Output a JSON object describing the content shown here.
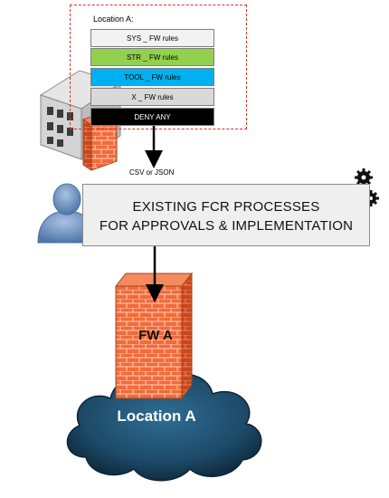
{
  "location_label": "Location A:",
  "rules": [
    {
      "label": "SYS _ FW rules",
      "bg": "#f2f2f2",
      "fg": "#000000"
    },
    {
      "label": "STR _ FW rules",
      "bg": "#92d050",
      "fg": "#000000"
    },
    {
      "label": "TOOL _ FW rules",
      "bg": "#00b0f0",
      "fg": "#000000"
    },
    {
      "label": "X _ FW rules",
      "bg": "#d9d9d9",
      "fg": "#000000"
    },
    {
      "label": "DENY ANY",
      "bg": "#000000",
      "fg": "#ffffff"
    }
  ],
  "export_label": "CSV or JSON",
  "process": {
    "line1": "EXISTING FCR PROCESSES",
    "line2": "FOR APPROVALS & IMPLEMENTATION"
  },
  "firewall_label": "FW A",
  "cloud_label": "Location A",
  "colors": {
    "dashed_border": "#d9352b",
    "firewall": "#f26b3a",
    "cloud": "#1f4e6e",
    "user": "#6f93c3"
  }
}
